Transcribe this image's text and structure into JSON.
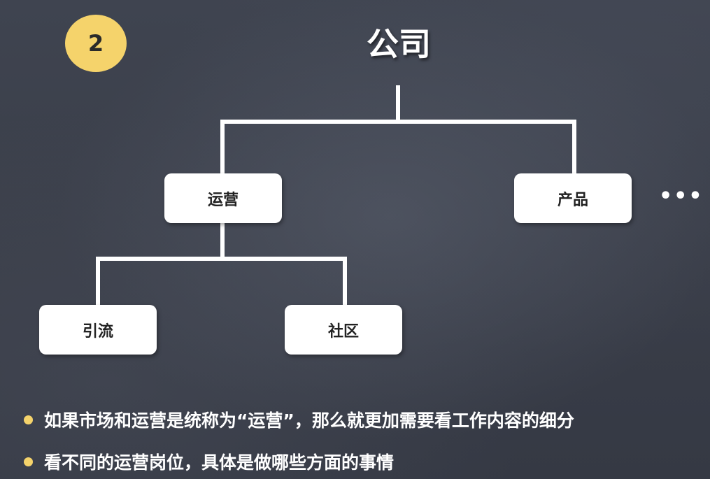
{
  "badge": {
    "number": "2",
    "color": "#f5d36b"
  },
  "diagram": {
    "root": "公司",
    "level1": [
      "运营",
      "产品"
    ],
    "more": "•••",
    "level2": [
      "引流",
      "社区"
    ]
  },
  "bullets": [
    "如果市场和运营是统称为“运营”，那么就更加需要看工作内容的细分",
    "看不同的运营岗位，具体是做哪些方面的事情"
  ],
  "colors": {
    "background": "#3a3f4b",
    "accent": "#f5d36b",
    "node_fill": "#ffffff",
    "text": "#ffffff"
  }
}
